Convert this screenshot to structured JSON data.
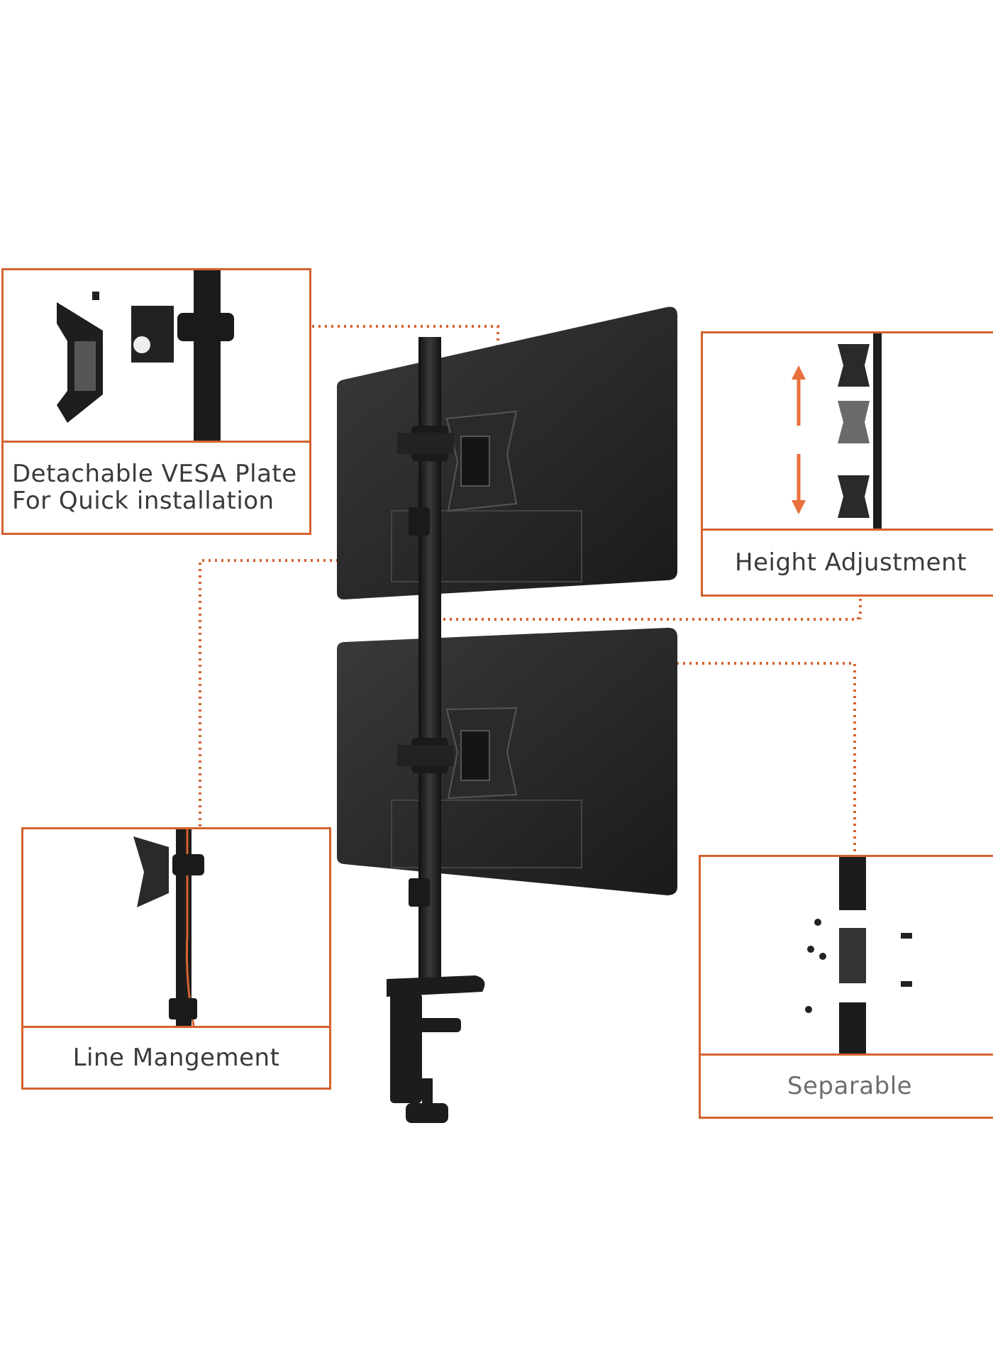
{
  "colors": {
    "accent": "#d4622e",
    "pole": "#1c1c1c",
    "monitor": "#2b2b2b",
    "text": "#3a3a3a"
  },
  "callouts": {
    "vesa": {
      "label_line1": "Detachable VESA Plate",
      "label_line2": "For Quick installation",
      "icon": "vesa-plate-icon"
    },
    "height": {
      "label": "Height Adjustment",
      "icon": "height-arrows-icon"
    },
    "line": {
      "label": "Line Mangement",
      "icon": "cable-clip-icon"
    },
    "separable": {
      "label": "Separable",
      "icon": "pole-segments-icon"
    }
  }
}
